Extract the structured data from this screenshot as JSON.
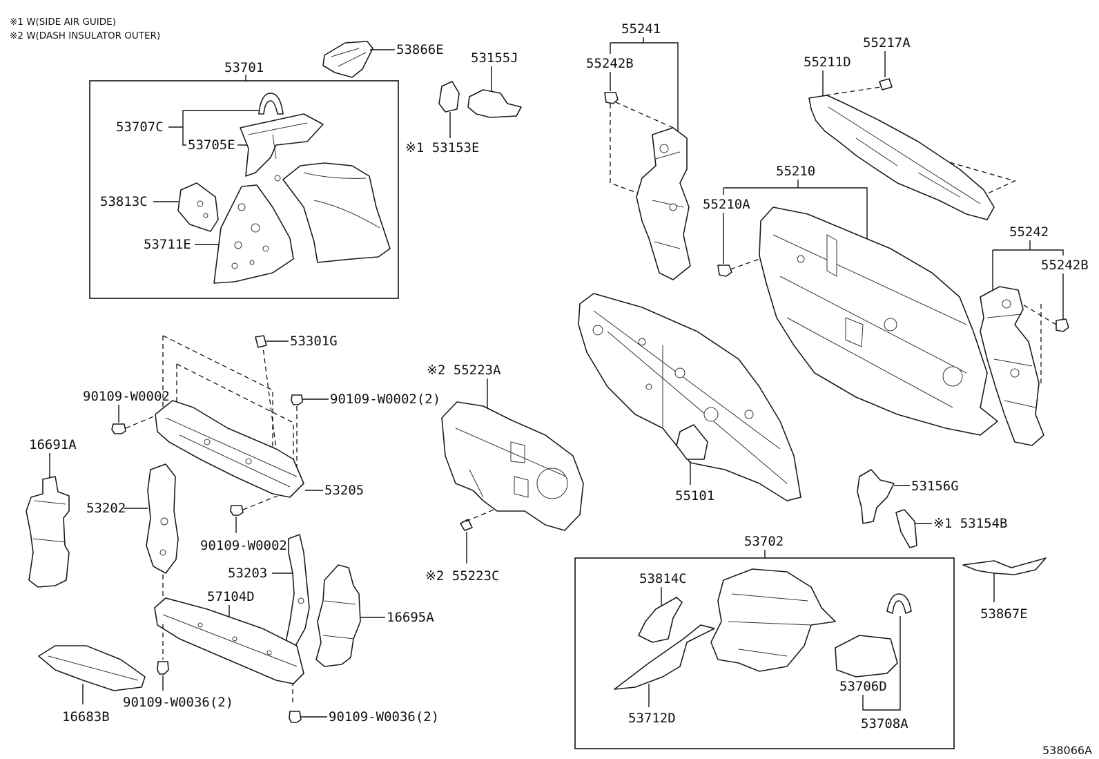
{
  "notes": [
    "※1 W(SIDE AIR GUIDE)",
    "※2 W(DASH INSULATOR OUTER)"
  ],
  "diagram_ref": "538066A",
  "labels": {
    "p53701": "53701",
    "p53866E": "53866E",
    "p53155J": "53155J",
    "p53707C": "53707C",
    "p53705E": "53705E",
    "p53153E": "※1 53153E",
    "p53813C": "53813C",
    "p53711E": "53711E",
    "p55241": "55241",
    "p55242B_top": "55242B",
    "p55217A": "55217A",
    "p55211D": "55211D",
    "p55210": "55210",
    "p55210A": "55210A",
    "p55242": "55242",
    "p55242B_right": "55242B",
    "p53301G": "53301G",
    "p90109_W0002_left": "90109-W0002",
    "p90109_W0002_2_top": "90109-W0002(2)",
    "p16691A": "16691A",
    "p53202": "53202",
    "p53205": "53205",
    "p90109_W0002_mid": "90109-W0002",
    "p53203": "53203",
    "p57104D": "57104D",
    "p16695A": "16695A",
    "p16683B": "16683B",
    "p90109_W0036_2_left": "90109-W0036(2)",
    "p90109_W0036_2_right": "90109-W0036(2)",
    "p55223A": "※2 55223A",
    "p55223C": "※2 55223C",
    "p55101": "55101",
    "p53156G": "53156G",
    "p53154B": "※1 53154B",
    "p53702": "53702",
    "p53814C": "53814C",
    "p53867E": "53867E",
    "p53712D": "53712D",
    "p53706D": "53706D",
    "p53708A": "53708A"
  }
}
